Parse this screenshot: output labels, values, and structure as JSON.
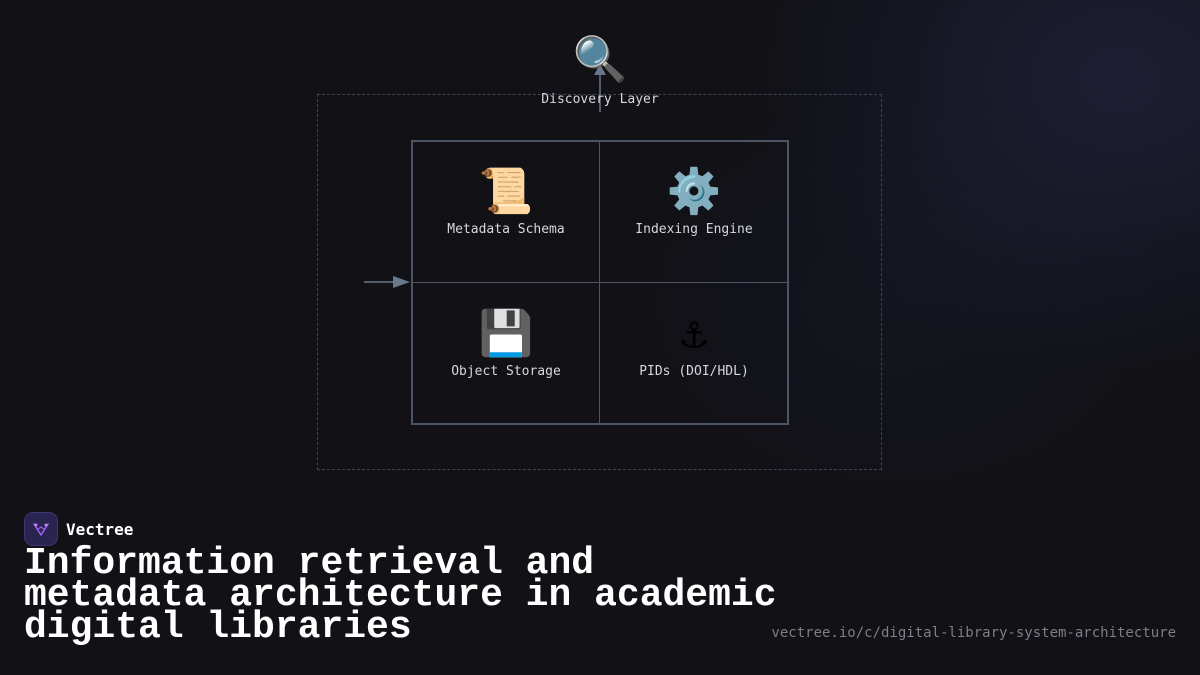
{
  "diagram": {
    "discovery": {
      "icon": "🔍",
      "icon_name": "magnifying-glass-icon",
      "label": "Discovery Layer"
    },
    "components": [
      {
        "icon": "📜",
        "icon_name": "scroll-icon",
        "label": "Metadata Schema"
      },
      {
        "icon": "⚙️",
        "icon_name": "gear-icon",
        "label": "Indexing Engine"
      },
      {
        "icon": "💾",
        "icon_name": "floppy-disk-icon",
        "label": "Object Storage"
      },
      {
        "icon": "⚓",
        "icon_name": "anchor-icon",
        "label": "PIDs (DOI/HDL)"
      }
    ]
  },
  "branding": {
    "name": "Vectree",
    "headline": "Information retrieval and metadata architecture in academic digital libraries",
    "url": "vectree.io/c/digital-library-system-architecture"
  },
  "colors": {
    "background": "#111116",
    "outer_border": "#3a4658",
    "inner_border": "#4b5565",
    "arrow": "#6b778a",
    "text": "#d6d8de",
    "brand_accent": "#9b5cf0"
  }
}
